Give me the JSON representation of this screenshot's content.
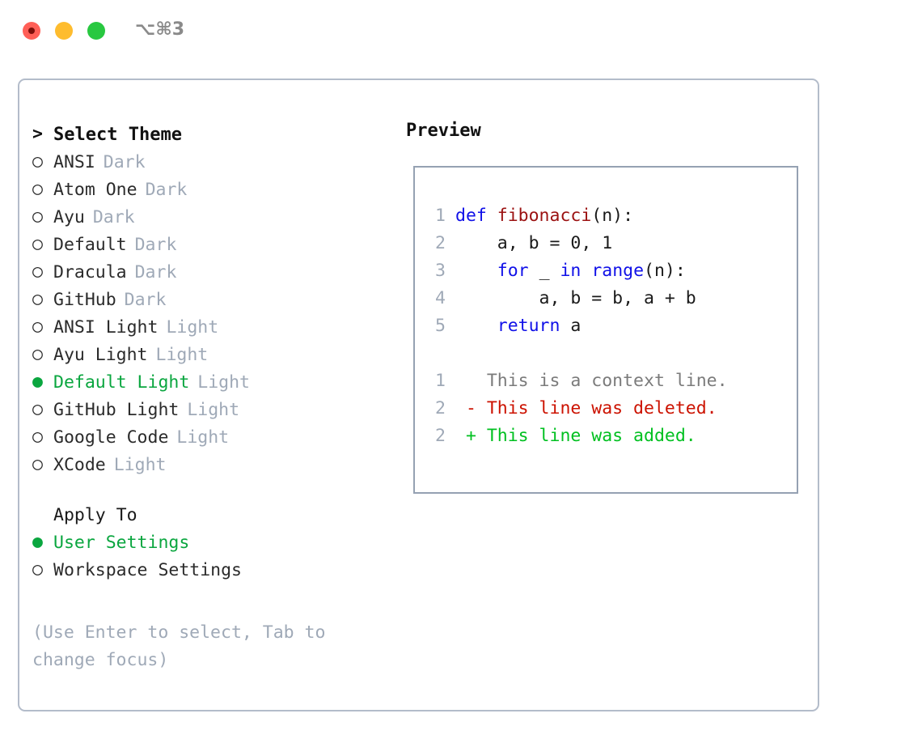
{
  "titlebar": {
    "shortcut": "⌥⌘3",
    "buttons": {
      "close": "close",
      "minimize": "minimize",
      "maximize": "maximize"
    }
  },
  "colors": {
    "selected_green": "#0aa63f",
    "muted_gray": "#9fa9b7",
    "keyword_blue": "#1010e8",
    "function_red": "#9b1111",
    "diff_delete_red": "#cc1200",
    "diff_add_green": "#00c020",
    "panel_border": "#b3bcca",
    "preview_border": "#95a1b2"
  },
  "theme_list": {
    "title": "Select Theme",
    "caret": ">",
    "radio_off": "○",
    "radio_on": "●",
    "items": [
      {
        "label": "ANSI",
        "variant": "Dark",
        "selected": false
      },
      {
        "label": "Atom One",
        "variant": "Dark",
        "selected": false
      },
      {
        "label": "Ayu",
        "variant": "Dark",
        "selected": false
      },
      {
        "label": "Default",
        "variant": "Dark",
        "selected": false
      },
      {
        "label": "Dracula",
        "variant": "Dark",
        "selected": false
      },
      {
        "label": "GitHub",
        "variant": "Dark",
        "selected": false
      },
      {
        "label": "ANSI Light",
        "variant": "Light",
        "selected": false
      },
      {
        "label": "Ayu Light",
        "variant": "Light",
        "selected": false
      },
      {
        "label": "Default Light",
        "variant": "Light",
        "selected": true
      },
      {
        "label": "GitHub Light",
        "variant": "Light",
        "selected": false
      },
      {
        "label": "Google Code",
        "variant": "Light",
        "selected": false
      },
      {
        "label": "XCode",
        "variant": "Light",
        "selected": false
      }
    ]
  },
  "apply_to": {
    "title": "Apply To",
    "items": [
      {
        "label": "User Settings",
        "selected": true
      },
      {
        "label": "Workspace Settings",
        "selected": false
      }
    ]
  },
  "hint": "(Use Enter to select, Tab to change focus)",
  "preview": {
    "title": "Preview",
    "code_lines": [
      {
        "number": "1",
        "tokens": [
          {
            "text": "def ",
            "type": "kw"
          },
          {
            "text": "fibonacci",
            "type": "fn"
          },
          {
            "text": "(n):",
            "type": "txt"
          }
        ]
      },
      {
        "number": "2",
        "tokens": [
          {
            "text": "    a, b = 0, 1",
            "type": "txt"
          }
        ]
      },
      {
        "number": "3",
        "tokens": [
          {
            "text": "    ",
            "type": "txt"
          },
          {
            "text": "for",
            "type": "kw"
          },
          {
            "text": " _ ",
            "type": "txt"
          },
          {
            "text": "in",
            "type": "kw"
          },
          {
            "text": " ",
            "type": "txt"
          },
          {
            "text": "range",
            "type": "kw"
          },
          {
            "text": "(n):",
            "type": "txt"
          }
        ]
      },
      {
        "number": "4",
        "tokens": [
          {
            "text": "        a, b = b, a + b",
            "type": "txt"
          }
        ]
      },
      {
        "number": "5",
        "tokens": [
          {
            "text": "    ",
            "type": "txt"
          },
          {
            "text": "return",
            "type": "kw"
          },
          {
            "text": " a",
            "type": "txt"
          }
        ]
      }
    ],
    "diff_lines": [
      {
        "number": "1",
        "tokens": [
          {
            "text": "   This is a context line.",
            "type": "ctx"
          }
        ]
      },
      {
        "number": "2",
        "tokens": [
          {
            "text": " - This line was deleted.",
            "type": "del"
          }
        ]
      },
      {
        "number": "2",
        "tokens": [
          {
            "text": " + This line was added.",
            "type": "add"
          }
        ]
      }
    ]
  }
}
